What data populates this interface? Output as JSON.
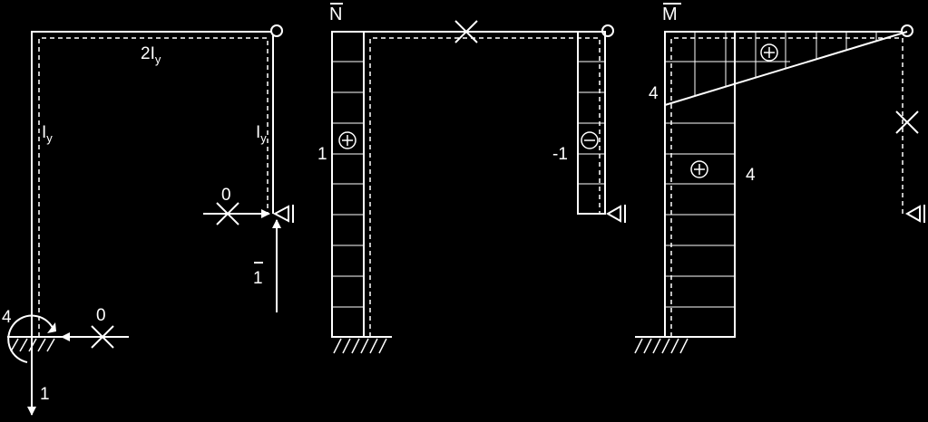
{
  "colors": {
    "background": "#000000",
    "ink": "#ffffff"
  },
  "frame_left": {
    "beam_label": "2I",
    "beam_label_sub": "y",
    "left_column_label": "I",
    "left_column_label_sub": "y",
    "right_column_label": "I",
    "right_column_label_sub": "y",
    "support_horizontal_reaction": "0",
    "unit_load_label": "1",
    "base_moment": "4",
    "base_horizontal_reaction": "0",
    "base_vertical_reaction": "1"
  },
  "n_diagram": {
    "title": "N",
    "left_value": "1",
    "left_sign": "+",
    "right_value": "-1",
    "right_sign": "−"
  },
  "m_diagram": {
    "title": "M",
    "beam_value": "4",
    "beam_sign": "+",
    "column_value": "4",
    "column_sign": "+"
  }
}
